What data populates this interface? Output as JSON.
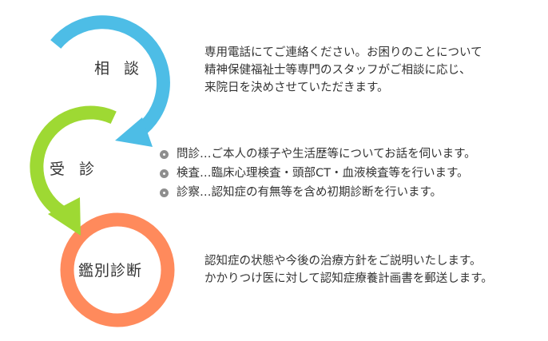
{
  "steps": [
    {
      "label": "相 談",
      "color": "#4dbde6",
      "lines": [
        "専用電話にてご連絡ください。お困りのことについて",
        "精神保健福祉士等専門のスタッフがご相談に応じ、",
        "来院日を決めさせていただきます。"
      ]
    },
    {
      "label": "受 診",
      "color": "#9ed933",
      "items": [
        "問診…ご本人の様子や生活歴等についてお話を伺います。",
        "検査…臨床心理検査・頭部CT・血液検査等を行います。",
        "診察…認知症の有無等を含め初期診断を行います。"
      ]
    },
    {
      "label": "鑑別診断",
      "color": "#ff8a5c",
      "lines": [
        "認知症の状態や今後の治療方針をご説明いたします。",
        "かかりつけ医に対して認知症療養計画書を郵送します。"
      ]
    }
  ],
  "bullet_icon": "circle-bullet-icon"
}
